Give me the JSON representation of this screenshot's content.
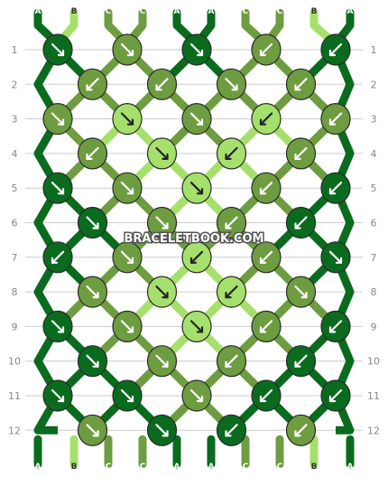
{
  "colors": {
    "A": "#0a6b1e",
    "B": "#a6e06c",
    "C": "#6e9c40",
    "knot_outline": "#2a2a2a",
    "grid": "#cccccc",
    "row_number": "#888888"
  },
  "top_strands": [
    "A",
    "B",
    "C",
    "C",
    "A",
    "A",
    "C",
    "C",
    "B",
    "A"
  ],
  "bottom_strands": [
    "A",
    "B",
    "C",
    "C",
    "A",
    "A",
    "C",
    "C",
    "B",
    "A"
  ],
  "row_numbers": [
    "1",
    "2",
    "3",
    "4",
    "5",
    "6",
    "7",
    "8",
    "9",
    "10",
    "11",
    "12"
  ],
  "knots": [
    [
      {
        "c": "A",
        "d": "se"
      },
      {
        "c": "C",
        "d": "se"
      },
      {
        "c": "A",
        "d": "se"
      },
      {
        "c": "C",
        "d": "sw"
      },
      {
        "c": "A",
        "d": "sw"
      }
    ],
    [
      {
        "c": "C",
        "d": "sw"
      },
      {
        "c": "C",
        "d": "sw"
      },
      {
        "c": "C",
        "d": "se"
      },
      {
        "c": "C",
        "d": "sw"
      }
    ],
    [
      {
        "c": "C",
        "d": "se"
      },
      {
        "c": "B",
        "d": "se"
      },
      {
        "c": "C",
        "d": "se"
      },
      {
        "c": "B",
        "d": "sw"
      },
      {
        "c": "C",
        "d": "sw"
      }
    ],
    [
      {
        "c": "C",
        "d": "sw"
      },
      {
        "c": "B",
        "d": "se"
      },
      {
        "c": "B",
        "d": "sw"
      },
      {
        "c": "C",
        "d": "sw"
      }
    ],
    [
      {
        "c": "A",
        "d": "se"
      },
      {
        "c": "C",
        "d": "se"
      },
      {
        "c": "B",
        "d": "se"
      },
      {
        "c": "C",
        "d": "sw"
      },
      {
        "c": "A",
        "d": "sw"
      }
    ],
    [
      {
        "c": "A",
        "d": "se"
      },
      {
        "c": "C",
        "d": "se"
      },
      {
        "c": "C",
        "d": "sw"
      },
      {
        "c": "A",
        "d": "sw"
      }
    ],
    [
      {
        "c": "A",
        "d": "sw"
      },
      {
        "c": "C",
        "d": "se"
      },
      {
        "c": "B",
        "d": "sw"
      },
      {
        "c": "C",
        "d": "sw"
      },
      {
        "c": "A",
        "d": "se"
      }
    ],
    [
      {
        "c": "C",
        "d": "se"
      },
      {
        "c": "B",
        "d": "se"
      },
      {
        "c": "B",
        "d": "sw"
      },
      {
        "c": "C",
        "d": "se"
      }
    ],
    [
      {
        "c": "A",
        "d": "se"
      },
      {
        "c": "C",
        "d": "se"
      },
      {
        "c": "B",
        "d": "se"
      },
      {
        "c": "C",
        "d": "sw"
      },
      {
        "c": "A",
        "d": "sw"
      }
    ],
    [
      {
        "c": "A",
        "d": "se"
      },
      {
        "c": "C",
        "d": "se"
      },
      {
        "c": "C",
        "d": "sw"
      },
      {
        "c": "A",
        "d": "sw"
      }
    ],
    [
      {
        "c": "A",
        "d": "se"
      },
      {
        "c": "A",
        "d": "se"
      },
      {
        "c": "C",
        "d": "se"
      },
      {
        "c": "A",
        "d": "sw"
      },
      {
        "c": "A",
        "d": "sw"
      }
    ],
    [
      {
        "c": "C",
        "d": "se"
      },
      {
        "c": "A",
        "d": "se"
      },
      {
        "c": "A",
        "d": "sw"
      },
      {
        "c": "C",
        "d": "sw"
      }
    ]
  ],
  "watermark": "BRACELETBOOK.COM"
}
